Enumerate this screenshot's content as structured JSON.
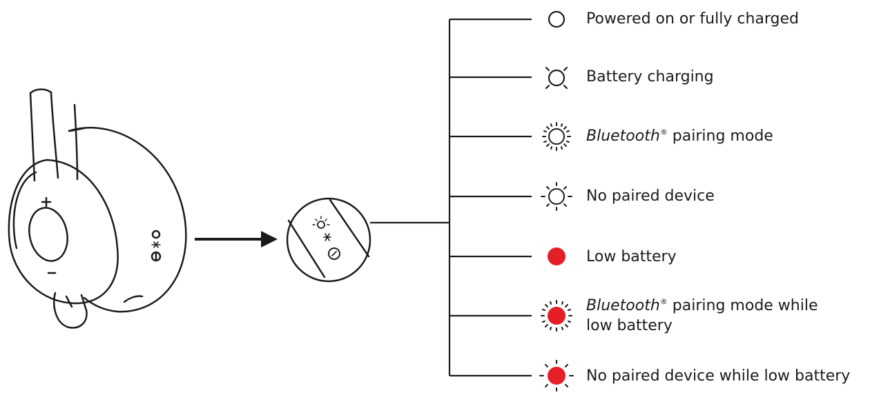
{
  "colors": {
    "line": "#1a1a1a",
    "led_off": "#ffffff",
    "led_red": "#e41f26"
  },
  "headset": {
    "plus_symbol": "+",
    "minus_symbol": "–"
  },
  "legend": [
    {
      "id": "powered-on",
      "icon": "led-steady-white-icon",
      "text": "Powered on or fully charged"
    },
    {
      "id": "battery-charging",
      "icon": "led-breathing-white-icon",
      "text": "Battery charging"
    },
    {
      "id": "pairing-mode",
      "icon": "led-fast-blink-white-icon",
      "prefix": "Bluetooth",
      "mark": "®",
      "text": " pairing mode"
    },
    {
      "id": "no-paired-device",
      "icon": "led-slow-blink-white-icon",
      "text": "No paired device"
    },
    {
      "id": "low-battery",
      "icon": "led-steady-red-icon",
      "text": "Low battery"
    },
    {
      "id": "pairing-low-battery",
      "icon": "led-fast-blink-red-icon",
      "prefix": "Bluetooth",
      "mark": "®",
      "text": " pairing mode while",
      "line2": "low battery"
    },
    {
      "id": "no-paired-low-battery",
      "icon": "led-slow-blink-red-icon",
      "text": "No paired device while low battery"
    }
  ]
}
